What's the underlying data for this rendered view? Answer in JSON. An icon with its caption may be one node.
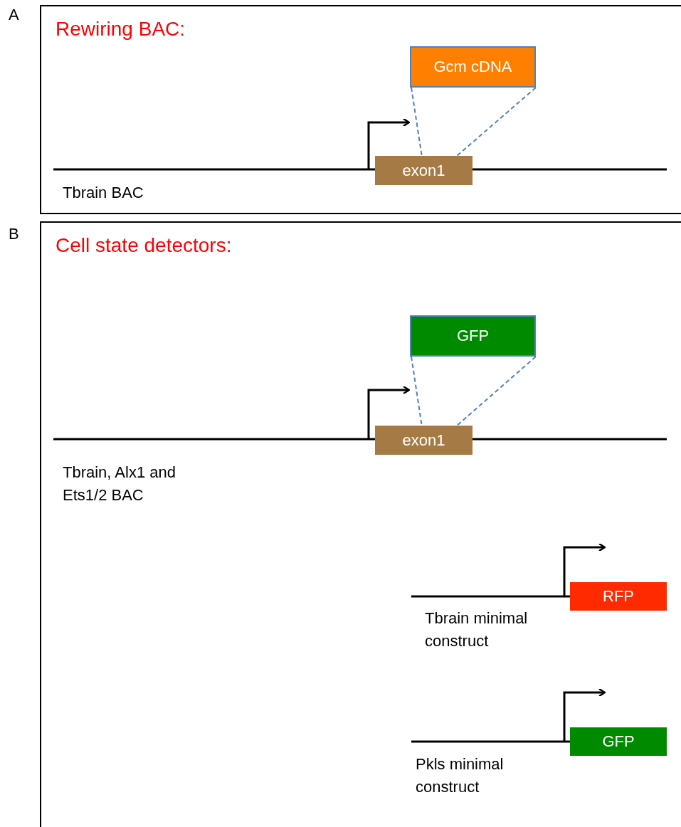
{
  "diagram": {
    "nodes": [
      {
        "text": [
          "Rewiring BAC:"
        ],
        "beside": [
          "A"
        ]
      },
      {
        "text": [
          "Gcm cDNA"
        ],
        "in": 0
      },
      {
        "text": [
          "exon1"
        ],
        "in": 0
      },
      {
        "text": [
          "Cell state detectors:"
        ],
        "beside": [
          "B"
        ]
      },
      {
        "text": [
          "GFP"
        ],
        "in": 3
      },
      {
        "text": [
          "exon1"
        ],
        "in": 3
      },
      {
        "text": [
          "RFP"
        ],
        "in": 3
      },
      {
        "text": [
          "GFP"
        ],
        "in": 3
      }
    ],
    "edges": [
      {
        "from": 1,
        "to": 2,
        "arrow": "none",
        "style": "dashed"
      },
      {
        "from": 1,
        "to": 2,
        "arrow": "none",
        "style": "dashed"
      },
      {
        "from": 4,
        "to": 5,
        "arrow": "none",
        "style": "dashed"
      },
      {
        "from": 4,
        "to": 5,
        "arrow": "none",
        "style": "dashed"
      }
    ],
    "labels": [
      "Tbrain BAC",
      "Tbrain, Alx1 and Ets1/2 BAC",
      "Tbrain minimal construct",
      "Pkls minimal construct"
    ]
  }
}
